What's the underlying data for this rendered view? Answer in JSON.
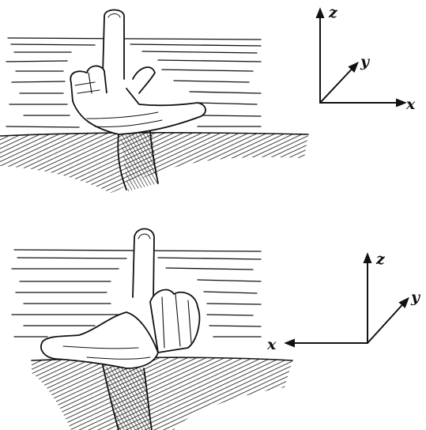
{
  "figures": [
    {
      "id": "right-handed",
      "hand": "right",
      "axes": {
        "x": "x",
        "y": "y",
        "z": "z"
      }
    },
    {
      "id": "left-handed",
      "hand": "left",
      "axes": {
        "x": "x",
        "y": "y",
        "z": "z"
      }
    }
  ],
  "colors": {
    "ink": "#111111",
    "paper": "#ffffff"
  }
}
